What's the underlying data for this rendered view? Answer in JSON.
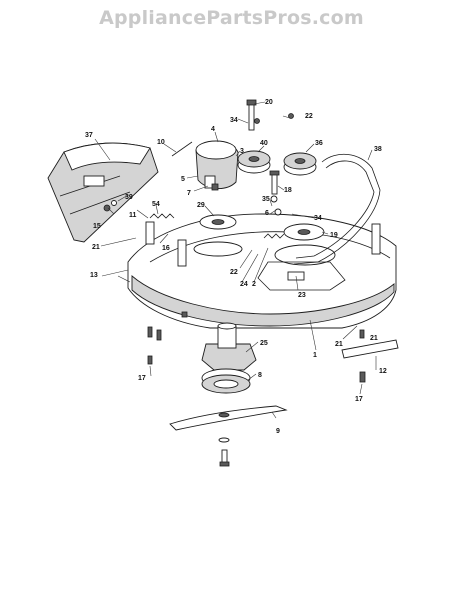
{
  "watermark": "AppliancePartsPros.com",
  "callouts": {
    "c1": "1",
    "c2": "2",
    "c3": "3",
    "c4": "4",
    "c5": "5",
    "c6": "6",
    "c7": "7",
    "c8": "8",
    "c9": "9",
    "c10": "10",
    "c11": "11",
    "c12": "12",
    "c13": "13",
    "c15": "15",
    "c16": "16",
    "c17a": "17",
    "c17b": "17",
    "c18": "18",
    "c19": "19",
    "c20": "20",
    "c21a": "21",
    "c21b": "21",
    "c21c": "21",
    "c22a": "22",
    "c22b": "22",
    "c23": "23",
    "c24": "24",
    "c25": "25",
    "c29": "29",
    "c34a": "34",
    "c34b": "34",
    "c35": "35",
    "c36": "36",
    "c37": "37",
    "c38": "38",
    "c39": "39",
    "c40": "40",
    "c54": "54"
  }
}
